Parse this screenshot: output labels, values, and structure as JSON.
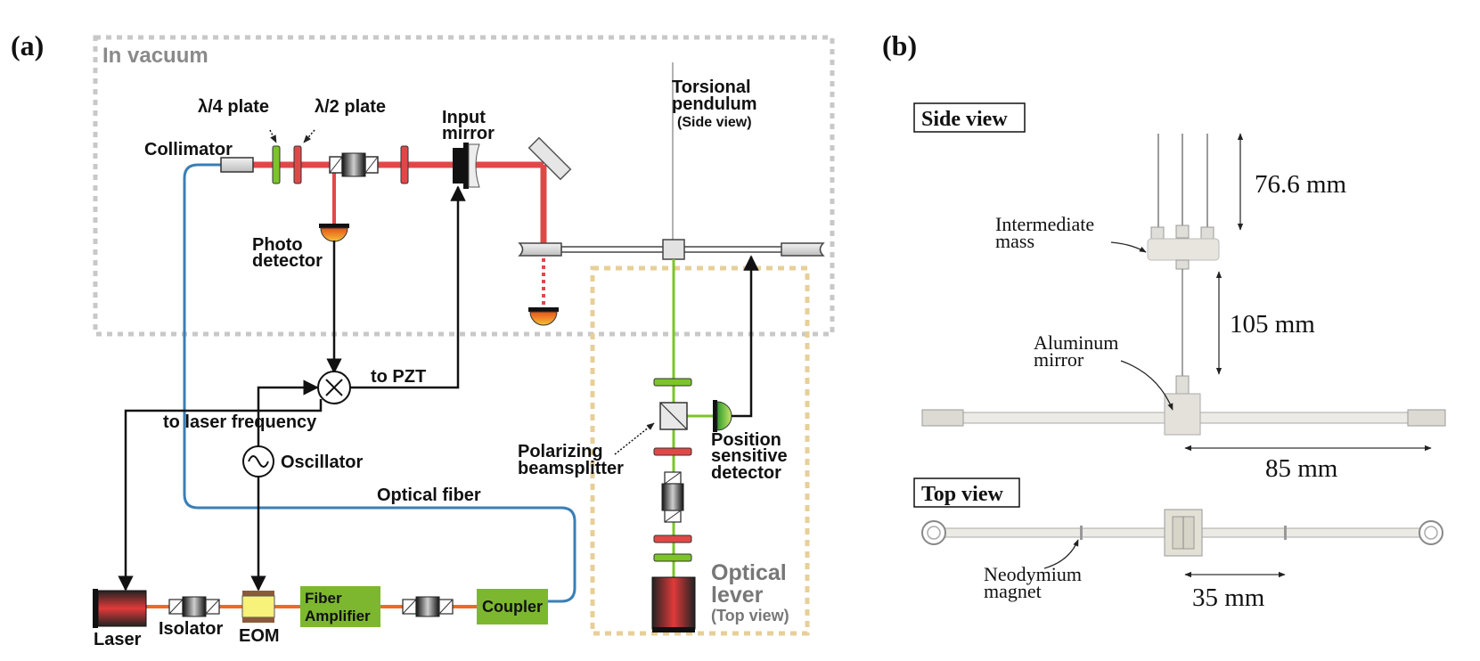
{
  "panel_a": {
    "panel_label": "(a)",
    "vacuum_label": "In vacuum",
    "labels": {
      "quarter_plate": "λ/4 plate",
      "half_plate": "λ/2 plate",
      "collimator": "Collimator",
      "input_mirror_1": "Input",
      "input_mirror_2": "mirror",
      "pendulum_1": "Torsional",
      "pendulum_2": "pendulum",
      "pendulum_3": "(Side view)",
      "photo_1": "Photo",
      "photo_2": "detector",
      "to_pzt": "to PZT",
      "to_laser": "to laser frequency",
      "oscillator": "Oscillator",
      "optical_fiber": "Optical fiber",
      "pbs_1": "Polarizing",
      "pbs_2": "beamsplitter",
      "psd_1": "Position",
      "psd_2": "sensitive",
      "psd_3": "detector",
      "lever_1": "Optical",
      "lever_2": "lever",
      "lever_3": "(Top view)",
      "laser": "Laser",
      "isolator": "Isolator",
      "eom": "EOM",
      "fiber_amp_1": "Fiber",
      "fiber_amp_2": "Amplifier",
      "coupler": "Coupler"
    }
  },
  "panel_b": {
    "panel_label": "(b)",
    "side_view": "Side view",
    "top_view": "Top view",
    "dim_wire": "76.6 mm",
    "intermediate_1": "Intermediate",
    "intermediate_2": "mass",
    "dim_rod": "105 mm",
    "aluminum_1": "Aluminum",
    "aluminum_2": "mirror",
    "dim_arm": "85 mm",
    "neodymium_1": "Neodymium",
    "neodymium_2": "magnet",
    "dim_magnet": "35 mm"
  },
  "colors": {
    "beam_red": "#e04848",
    "beam_green": "#7cc42a",
    "fiber_blue": "#3a7fb5",
    "fiber_orange": "#ef6a24",
    "amp_green": "#7cb72f",
    "vacuum_box": "#c8c8c8",
    "lever_box": "#e7cf99"
  }
}
